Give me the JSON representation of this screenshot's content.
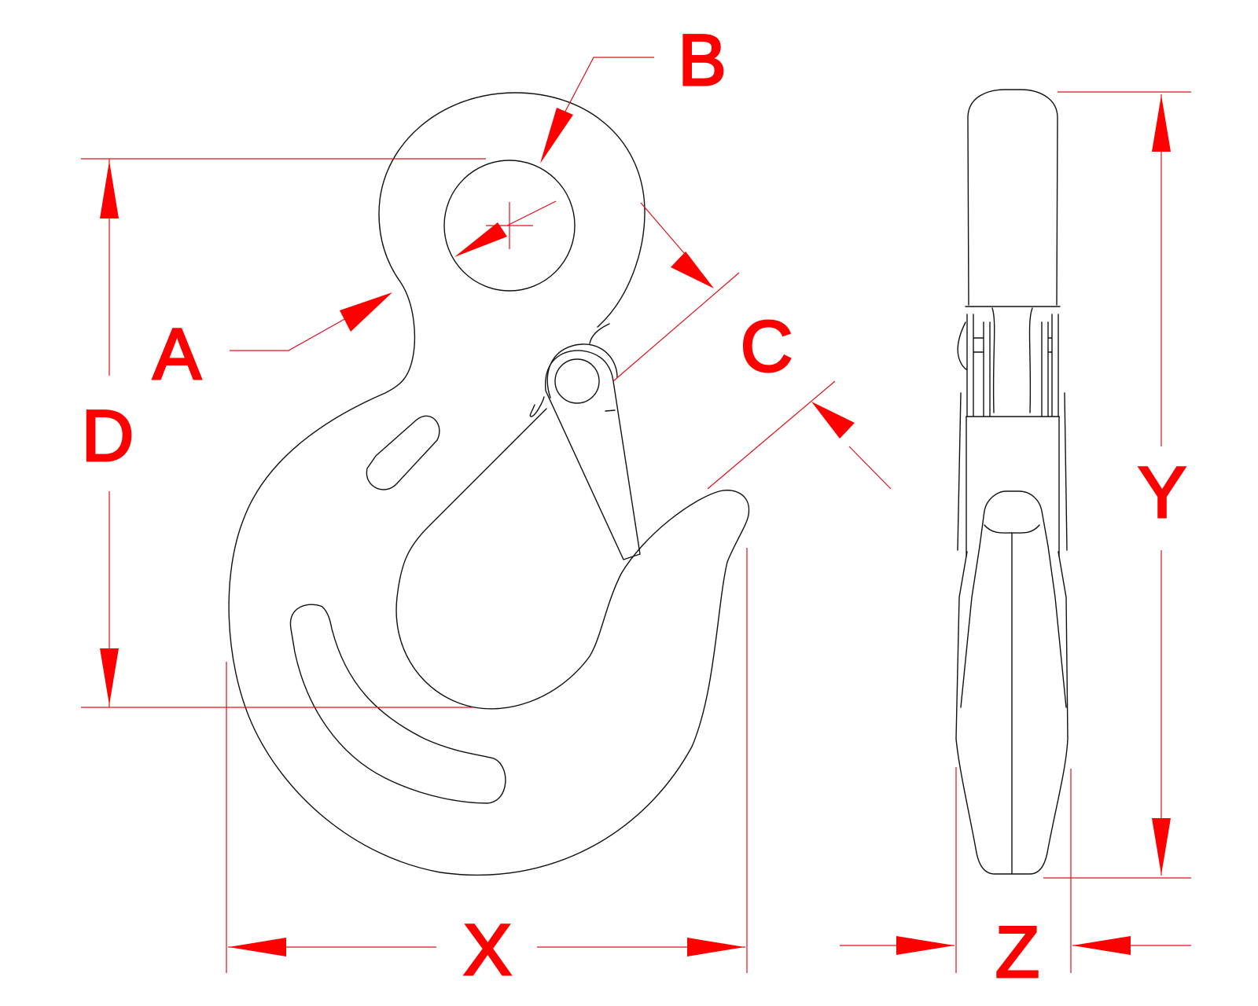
{
  "drawing": {
    "subject": "Eye hook with safety latch - dimension drawing",
    "views": [
      "front-view",
      "side-view"
    ],
    "colors": {
      "outline": "#111111",
      "dimension": "#ff0000",
      "background": "#ffffff"
    }
  },
  "labels": {
    "A": "A",
    "B": "B",
    "C": "C",
    "D": "D",
    "X": "X",
    "Y": "Y",
    "Z": "Z"
  }
}
